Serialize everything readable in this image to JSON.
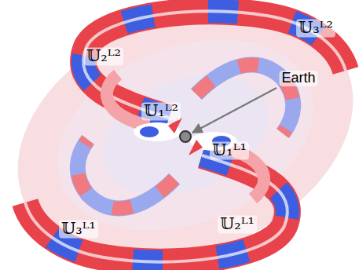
{
  "diagram": {
    "labels": [
      "𝕌₂ᴸ²",
      "𝕌₃ᴸ²",
      "𝕌₁ᴸ²",
      "Earth",
      "𝕌₁ᴸ¹",
      "𝕌₃ᴸ¹",
      "𝕌₂ᴸ¹"
    ]
  }
}
